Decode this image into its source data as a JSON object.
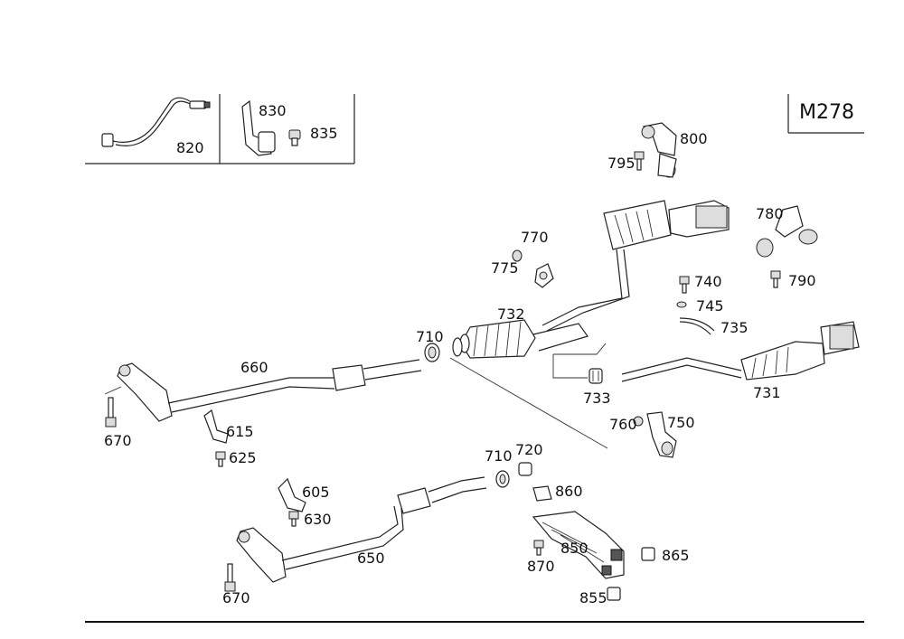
{
  "title": "M278",
  "parts": [
    {
      "id": "p820",
      "num": "820"
    },
    {
      "id": "p830",
      "num": "830"
    },
    {
      "id": "p835",
      "num": "835"
    },
    {
      "id": "p800",
      "num": "800"
    },
    {
      "id": "p795",
      "num": "795"
    },
    {
      "id": "p780",
      "num": "780"
    },
    {
      "id": "p790",
      "num": "790"
    },
    {
      "id": "p770",
      "num": "770"
    },
    {
      "id": "p775",
      "num": "775"
    },
    {
      "id": "p740",
      "num": "740"
    },
    {
      "id": "p745",
      "num": "745"
    },
    {
      "id": "p735",
      "num": "735"
    },
    {
      "id": "p732",
      "num": "732"
    },
    {
      "id": "p710a",
      "num": "710"
    },
    {
      "id": "p660",
      "num": "660"
    },
    {
      "id": "p733",
      "num": "733"
    },
    {
      "id": "p731",
      "num": "731"
    },
    {
      "id": "p615",
      "num": "615"
    },
    {
      "id": "p625",
      "num": "625"
    },
    {
      "id": "p670a",
      "num": "670"
    },
    {
      "id": "p760",
      "num": "760"
    },
    {
      "id": "p750",
      "num": "750"
    },
    {
      "id": "p710b",
      "num": "710"
    },
    {
      "id": "p720",
      "num": "720"
    },
    {
      "id": "p860",
      "num": "860"
    },
    {
      "id": "p605",
      "num": "605"
    },
    {
      "id": "p630",
      "num": "630"
    },
    {
      "id": "p850",
      "num": "850"
    },
    {
      "id": "p865",
      "num": "865"
    },
    {
      "id": "p870",
      "num": "870"
    },
    {
      "id": "p650",
      "num": "650"
    },
    {
      "id": "p670b",
      "num": "670"
    },
    {
      "id": "p855",
      "num": "855"
    }
  ]
}
